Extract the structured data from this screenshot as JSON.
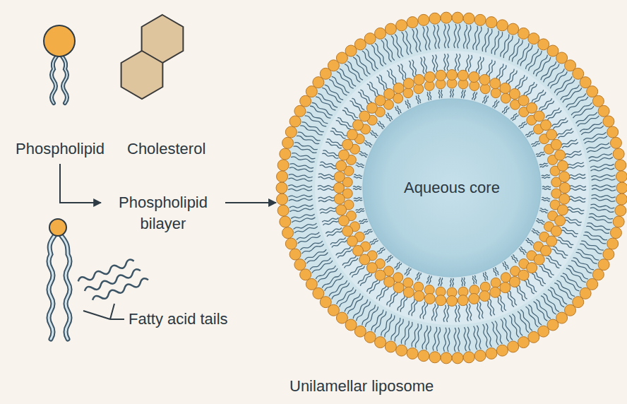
{
  "diagram": {
    "nodes": [
      {
        "text": [
          "Phospholipid"
        ]
      },
      {
        "text": [
          "Phospholipid bilayer"
        ]
      },
      {
        "text": [
          "Unilamellar liposome"
        ]
      },
      {
        "text": [
          "Aqueous core"
        ],
        "in": 2
      }
    ],
    "edges": [
      {
        "from": 0,
        "to": 1,
        "arrow": "to"
      },
      {
        "from": 1,
        "to": 2,
        "arrow": "to"
      }
    ],
    "labels": [
      "Cholesterol",
      "Fatty acid tails"
    ]
  }
}
